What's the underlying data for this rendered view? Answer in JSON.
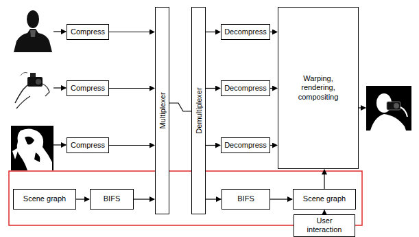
{
  "diagram": {
    "nodes": [
      {
        "text": [
          "Compress"
        ]
      },
      {
        "text": [
          "Compress"
        ]
      },
      {
        "text": [
          "Compress"
        ]
      },
      {
        "text": [
          "Multiplexer"
        ]
      },
      {
        "text": [
          "Demultiplexer"
        ]
      },
      {
        "text": [
          "Decompress"
        ]
      },
      {
        "text": [
          "Decompress"
        ]
      },
      {
        "text": [
          "Decompress"
        ]
      },
      {
        "text": [
          "Warping, rendering, compositing"
        ]
      },
      {
        "text": [
          "Scene graph"
        ]
      },
      {
        "text": [
          "BIFS"
        ]
      },
      {
        "text": [
          "BIFS"
        ]
      },
      {
        "text": [
          "Scene graph"
        ]
      },
      {
        "text": [
          "User interaction"
        ]
      }
    ],
    "edges": [
      {
        "from": 0,
        "to": 3,
        "arrow": "to"
      },
      {
        "from": 1,
        "to": 3,
        "arrow": "to"
      },
      {
        "from": 2,
        "to": 3,
        "arrow": "to"
      },
      {
        "from": 9,
        "to": 10,
        "arrow": "to"
      },
      {
        "from": 10,
        "to": 3,
        "arrow": "to"
      },
      {
        "from": 3,
        "to": 4,
        "arrow": "none"
      },
      {
        "from": 4,
        "to": 5,
        "arrow": "to"
      },
      {
        "from": 4,
        "to": 6,
        "arrow": "to"
      },
      {
        "from": 4,
        "to": 7,
        "arrow": "to"
      },
      {
        "from": 4,
        "to": 11,
        "arrow": "to"
      },
      {
        "from": 5,
        "to": 8,
        "arrow": "to"
      },
      {
        "from": 6,
        "to": 8,
        "arrow": "to"
      },
      {
        "from": 7,
        "to": 8,
        "arrow": "to"
      },
      {
        "from": 11,
        "to": 12,
        "arrow": "to"
      },
      {
        "from": 12,
        "to": 8,
        "arrow": "to"
      },
      {
        "from": 13,
        "to": 12,
        "arrow": "to"
      }
    ]
  }
}
